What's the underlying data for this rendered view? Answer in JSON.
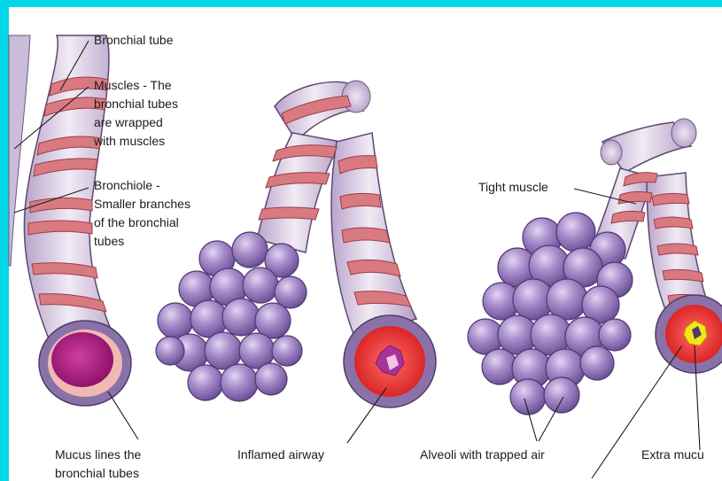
{
  "labels": {
    "bronchial_tube": "Bronchial tube",
    "muscles": [
      "Muscles - The",
      "bronchial tubes",
      "are wrapped",
      "with muscles"
    ],
    "bronchiole": [
      "Bronchiole -",
      "Smaller branches",
      "of the bronchial",
      "tubes"
    ],
    "tight_muscle": "Tight muscle",
    "mucus_lines": [
      "Mucus lines the",
      "bronchial tubes"
    ],
    "inflamed_airway": "Inflamed airway",
    "alveoli": "Alveoli with trapped air",
    "extra_mucus": "Extra mucu"
  },
  "colors": {
    "frame": "#00d8e8",
    "tube_light": "#ece4f0",
    "tube_mid": "#c8b6d6",
    "muscle_band": "#d97a80",
    "alveoli": "#9b80c0",
    "lumen_normal": "#a2187a",
    "lumen_inflamed": "#e52020",
    "mucus": "#f5e61a"
  }
}
